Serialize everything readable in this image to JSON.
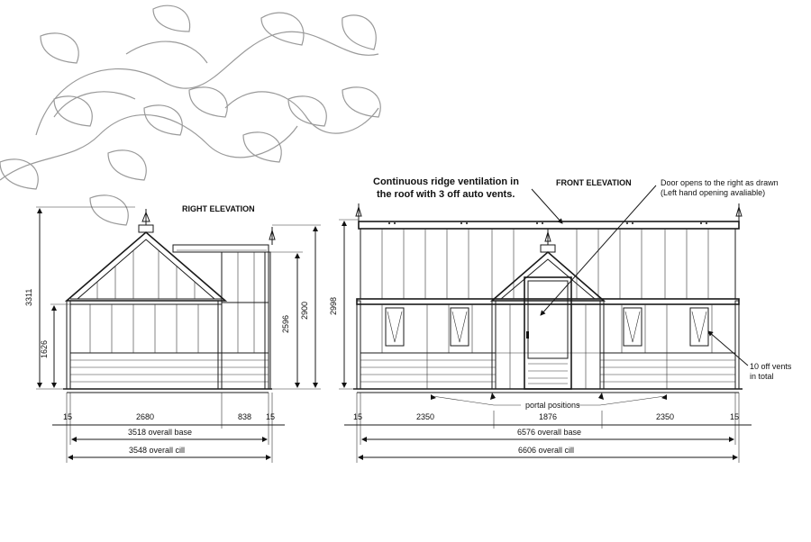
{
  "right_elevation": {
    "title": "RIGHT ELEVATION",
    "height_overall": "3311",
    "height_eaves": "1626",
    "height_ridge_side": "2596",
    "height_side": "2900",
    "width_left_edge": "15",
    "width_main": "2680",
    "width_side": "838",
    "width_right_edge": "15",
    "overall_base": "3518 overall base",
    "overall_cill": "3548 overall cill"
  },
  "front_elevation": {
    "title": "FRONT ELEVATION",
    "height_overall": "2998",
    "width_left_edge": "15",
    "width_left_bay": "2350",
    "width_porch": "1876",
    "width_right_bay": "2350",
    "width_right_edge": "15",
    "overall_base": "6576 overall base",
    "overall_cill": "6606 overall cill",
    "portal_positions": "portal positions"
  },
  "notes": {
    "ridge_line1": "Continuous ridge ventilation in",
    "ridge_line2": "the roof with 3 off auto vents.",
    "door_line1": "Door opens to the right as drawn",
    "door_line2": "(Left hand opening avaliable)",
    "vents_line1": "10 off vents",
    "vents_line2": "in total"
  },
  "colors": {
    "line": "#1a1a1a",
    "leaf_watermark": "#9a9a9a",
    "background": "#ffffff"
  }
}
